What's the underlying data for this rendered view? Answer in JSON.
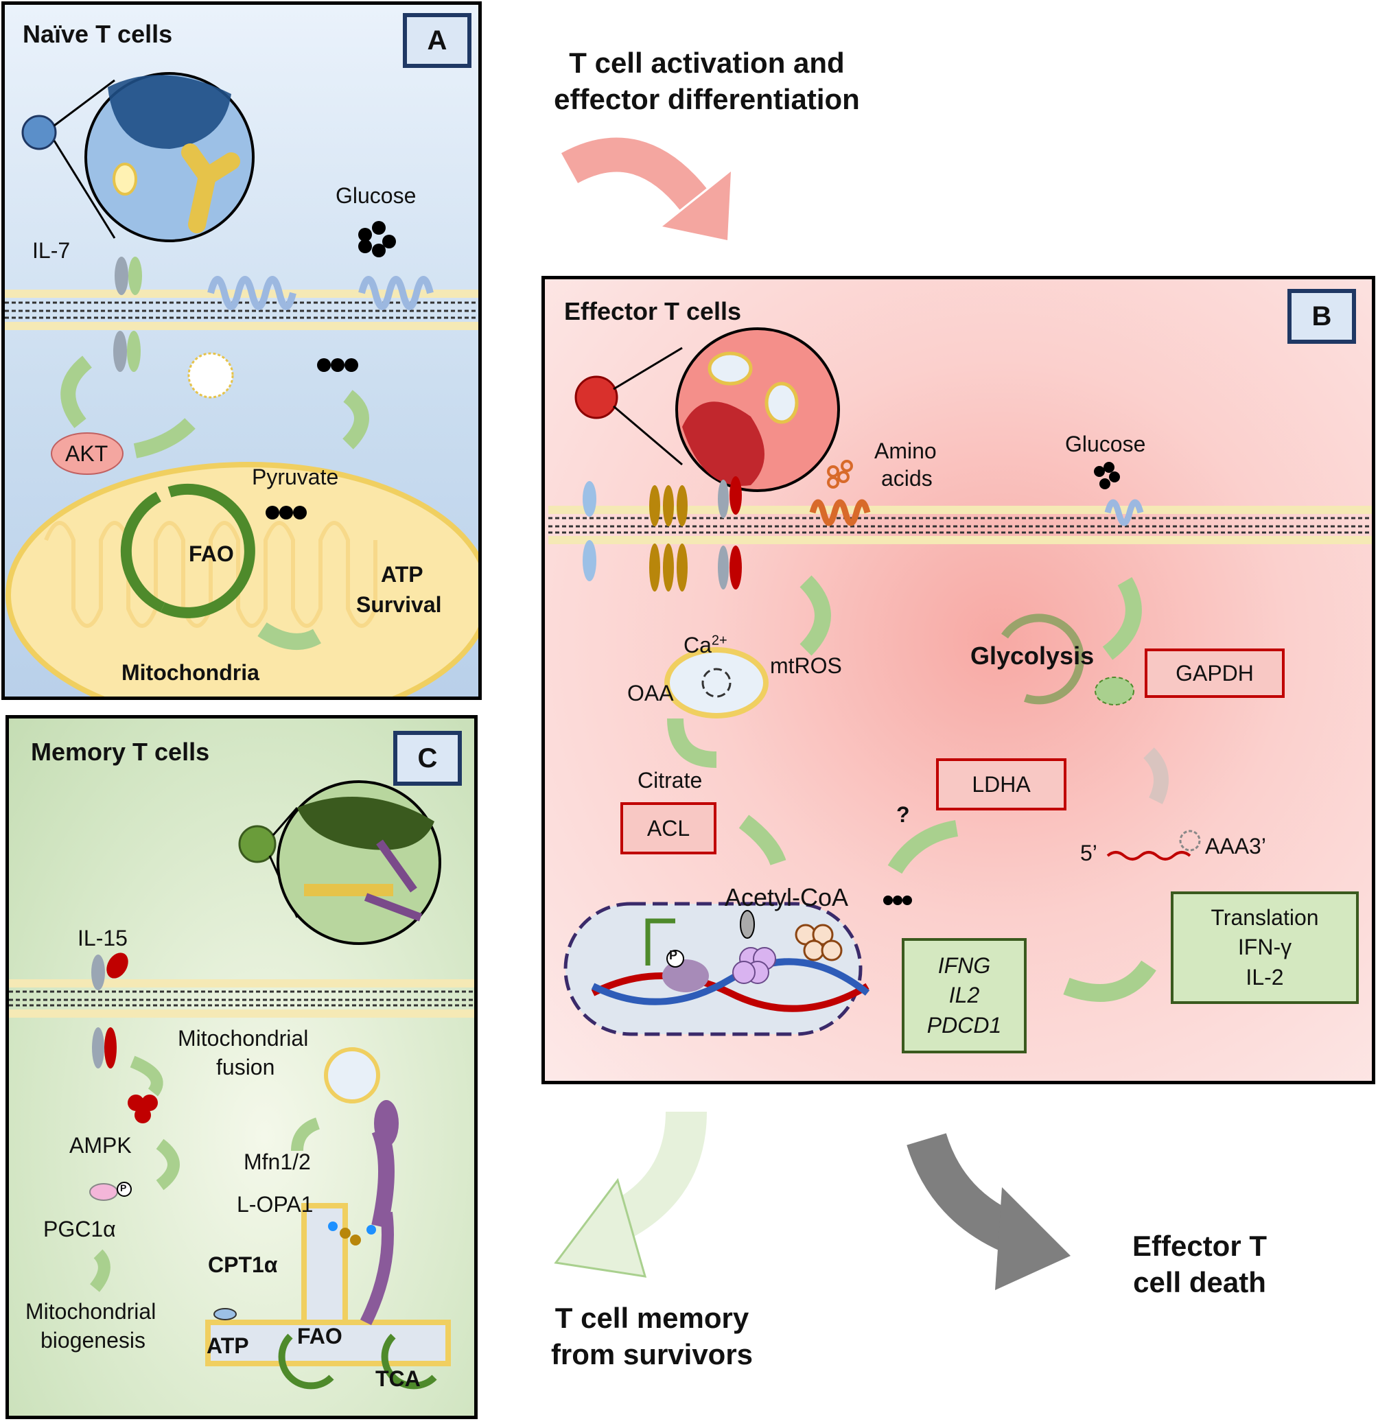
{
  "panel_a": {
    "title": "Naïve T cells",
    "badge": "A",
    "labels": {
      "il7": "IL-7",
      "glucose": "Glucose",
      "akt": "AKT",
      "pyruvate": "Pyruvate",
      "fao": "FAO",
      "atp": "ATP",
      "survival": "Survival",
      "mitochondria": "Mitochondria"
    }
  },
  "activation": {
    "line1": "T cell activation and",
    "line2": "effector differentiation"
  },
  "panel_b": {
    "title": "Effector T cells",
    "badge": "B",
    "labels": {
      "amino1": "Amino",
      "amino2": "acids",
      "glucose": "Glucose",
      "ca": "Ca",
      "ca_sup": "2+",
      "mtros": "mtROS",
      "oaa": "OAA",
      "glycolysis": "Glycolysis",
      "gapdh": "GAPDH",
      "citrate": "Citrate",
      "acl": "ACL",
      "ldha": "LDHA",
      "question": "?",
      "five_prime": "5’",
      "aaa3": "AAA3’",
      "acetyl": "Acetyl-CoA",
      "p": "P",
      "genes": [
        "IFNG",
        "IL2",
        "PDCD1"
      ],
      "outputs": [
        "Translation",
        "IFN-γ",
        "IL-2"
      ]
    }
  },
  "panel_c": {
    "title": "Memory T cells",
    "badge": "C",
    "labels": {
      "il15": "IL-15",
      "fusion1": "Mitochondrial",
      "fusion2": "fusion",
      "ampk": "AMPK",
      "mfn": "Mfn1/2",
      "lopa": "L-OPA1",
      "pgc": "PGC1α",
      "p": "P",
      "cpt": "CPT1α",
      "bio1": "Mitochondrial",
      "bio2": "biogenesis",
      "atp": "ATP",
      "fao": "FAO",
      "tca": "TCA"
    }
  },
  "outcomes": {
    "memory1": "T cell memory",
    "memory2": "from survivors",
    "death1": "Effector T",
    "death2": "cell death"
  },
  "colors": {
    "arrow_green": "#a9d08e",
    "cycle_green": "#4e8a2b",
    "activation_arrow": "#f4a6a0",
    "death_arrow": "#7f7f7f",
    "enzyme_border": "#c00000",
    "badge_border": "#1f3864"
  }
}
